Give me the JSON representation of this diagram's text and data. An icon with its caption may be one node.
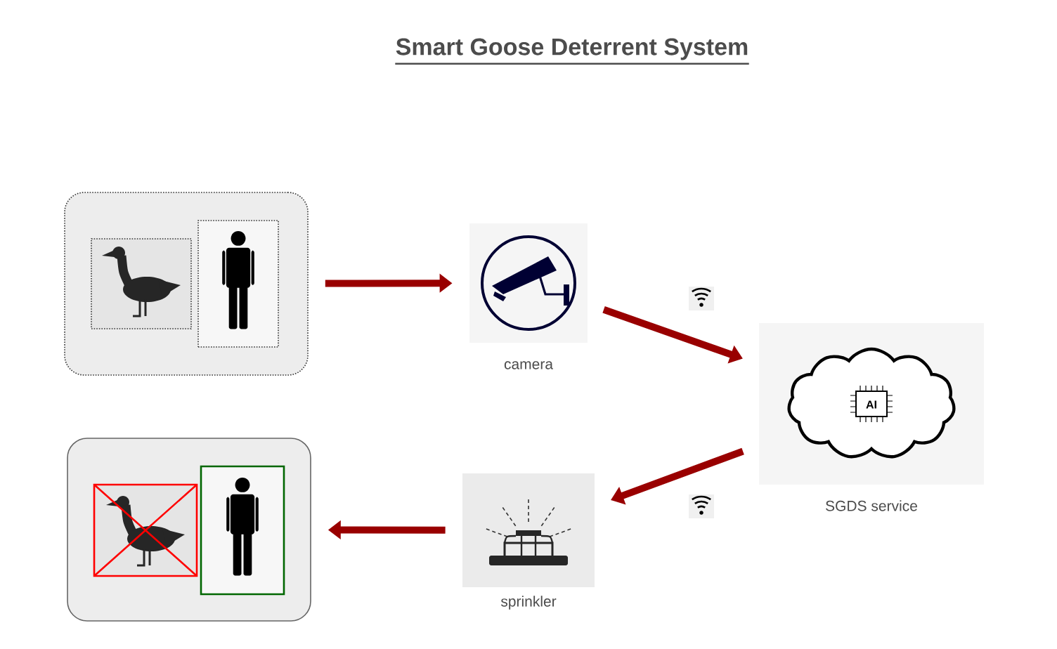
{
  "diagram": {
    "title": "Smart Goose Deterrent System",
    "nodes": [
      {
        "text": [],
        "shape": "box"
      },
      {
        "text": [],
        "shape": "picture",
        "in": 0
      },
      {
        "text": [],
        "shape": "picture",
        "in": 0
      },
      {
        "text": [
          "camera"
        ]
      },
      {
        "text": [
          "SGDS service"
        ]
      },
      {
        "text": [
          "sprinkler"
        ]
      },
      {
        "text": [],
        "shape": "box"
      },
      {
        "text": [],
        "shape": "picture",
        "in": 6
      },
      {
        "text": [],
        "shape": "picture",
        "in": 6
      }
    ],
    "edges": [
      {
        "from": 0,
        "to": 3,
        "arrow": "to"
      },
      {
        "from": 3,
        "to": 4,
        "arrow": "to"
      },
      {
        "from": 4,
        "to": 5,
        "arrow": "to"
      },
      {
        "from": 5,
        "to": 6,
        "arrow": "to"
      }
    ],
    "labels": [
      "AI"
    ]
  }
}
